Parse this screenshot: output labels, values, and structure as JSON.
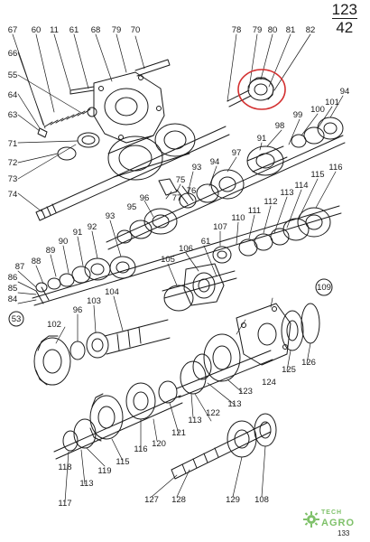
{
  "page": {
    "number": "123",
    "sub": "42",
    "footer": "133"
  },
  "watermark": {
    "line1": "TECH",
    "line2": "AGRO"
  },
  "diagram": {
    "colors": {
      "ink": "#1a1a1a",
      "highlight": "#d32f2f",
      "watermark": "#7fc16a"
    },
    "callouts": {
      "67": "67",
      "60": "60",
      "11": "11",
      "61": "61",
      "68": "68",
      "79": "79",
      "70": "70",
      "78": "78",
      "79b": "79",
      "80": "80",
      "81": "81",
      "82": "82",
      "66": "66",
      "55": "55",
      "64": "64",
      "63": "63",
      "71": "71",
      "72": "72",
      "73": "73",
      "74": "74",
      "94a": "94",
      "101": "101",
      "100": "100",
      "99": "99",
      "98": "98",
      "91a": "91",
      "97": "97",
      "94b": "94",
      "93a": "93",
      "76": "76",
      "75": "75",
      "77": "77",
      "96a": "96",
      "95": "95",
      "116a": "116",
      "115a": "115",
      "114": "114",
      "113a": "113",
      "112": "112",
      "111": "111",
      "110": "110",
      "107": "107",
      "106": "106",
      "61b": "61",
      "105": "105",
      "93b": "93",
      "92": "92",
      "91b": "91",
      "90": "90",
      "89": "89",
      "88": "88",
      "87": "87",
      "86": "86",
      "85": "85",
      "84": "84",
      "109": "109",
      "53": "53",
      "102": "102",
      "96b": "96",
      "103": "103",
      "104": "104",
      "124": "124",
      "125": "125",
      "126": "126",
      "123": "123",
      "113b": "113",
      "122": "122",
      "113c": "113",
      "121": "121",
      "120": "120",
      "116b": "116",
      "115b": "115",
      "119": "119",
      "118": "118",
      "113d": "113",
      "117": "117",
      "127": "127",
      "128": "128",
      "129": "129",
      "108": "108"
    }
  }
}
